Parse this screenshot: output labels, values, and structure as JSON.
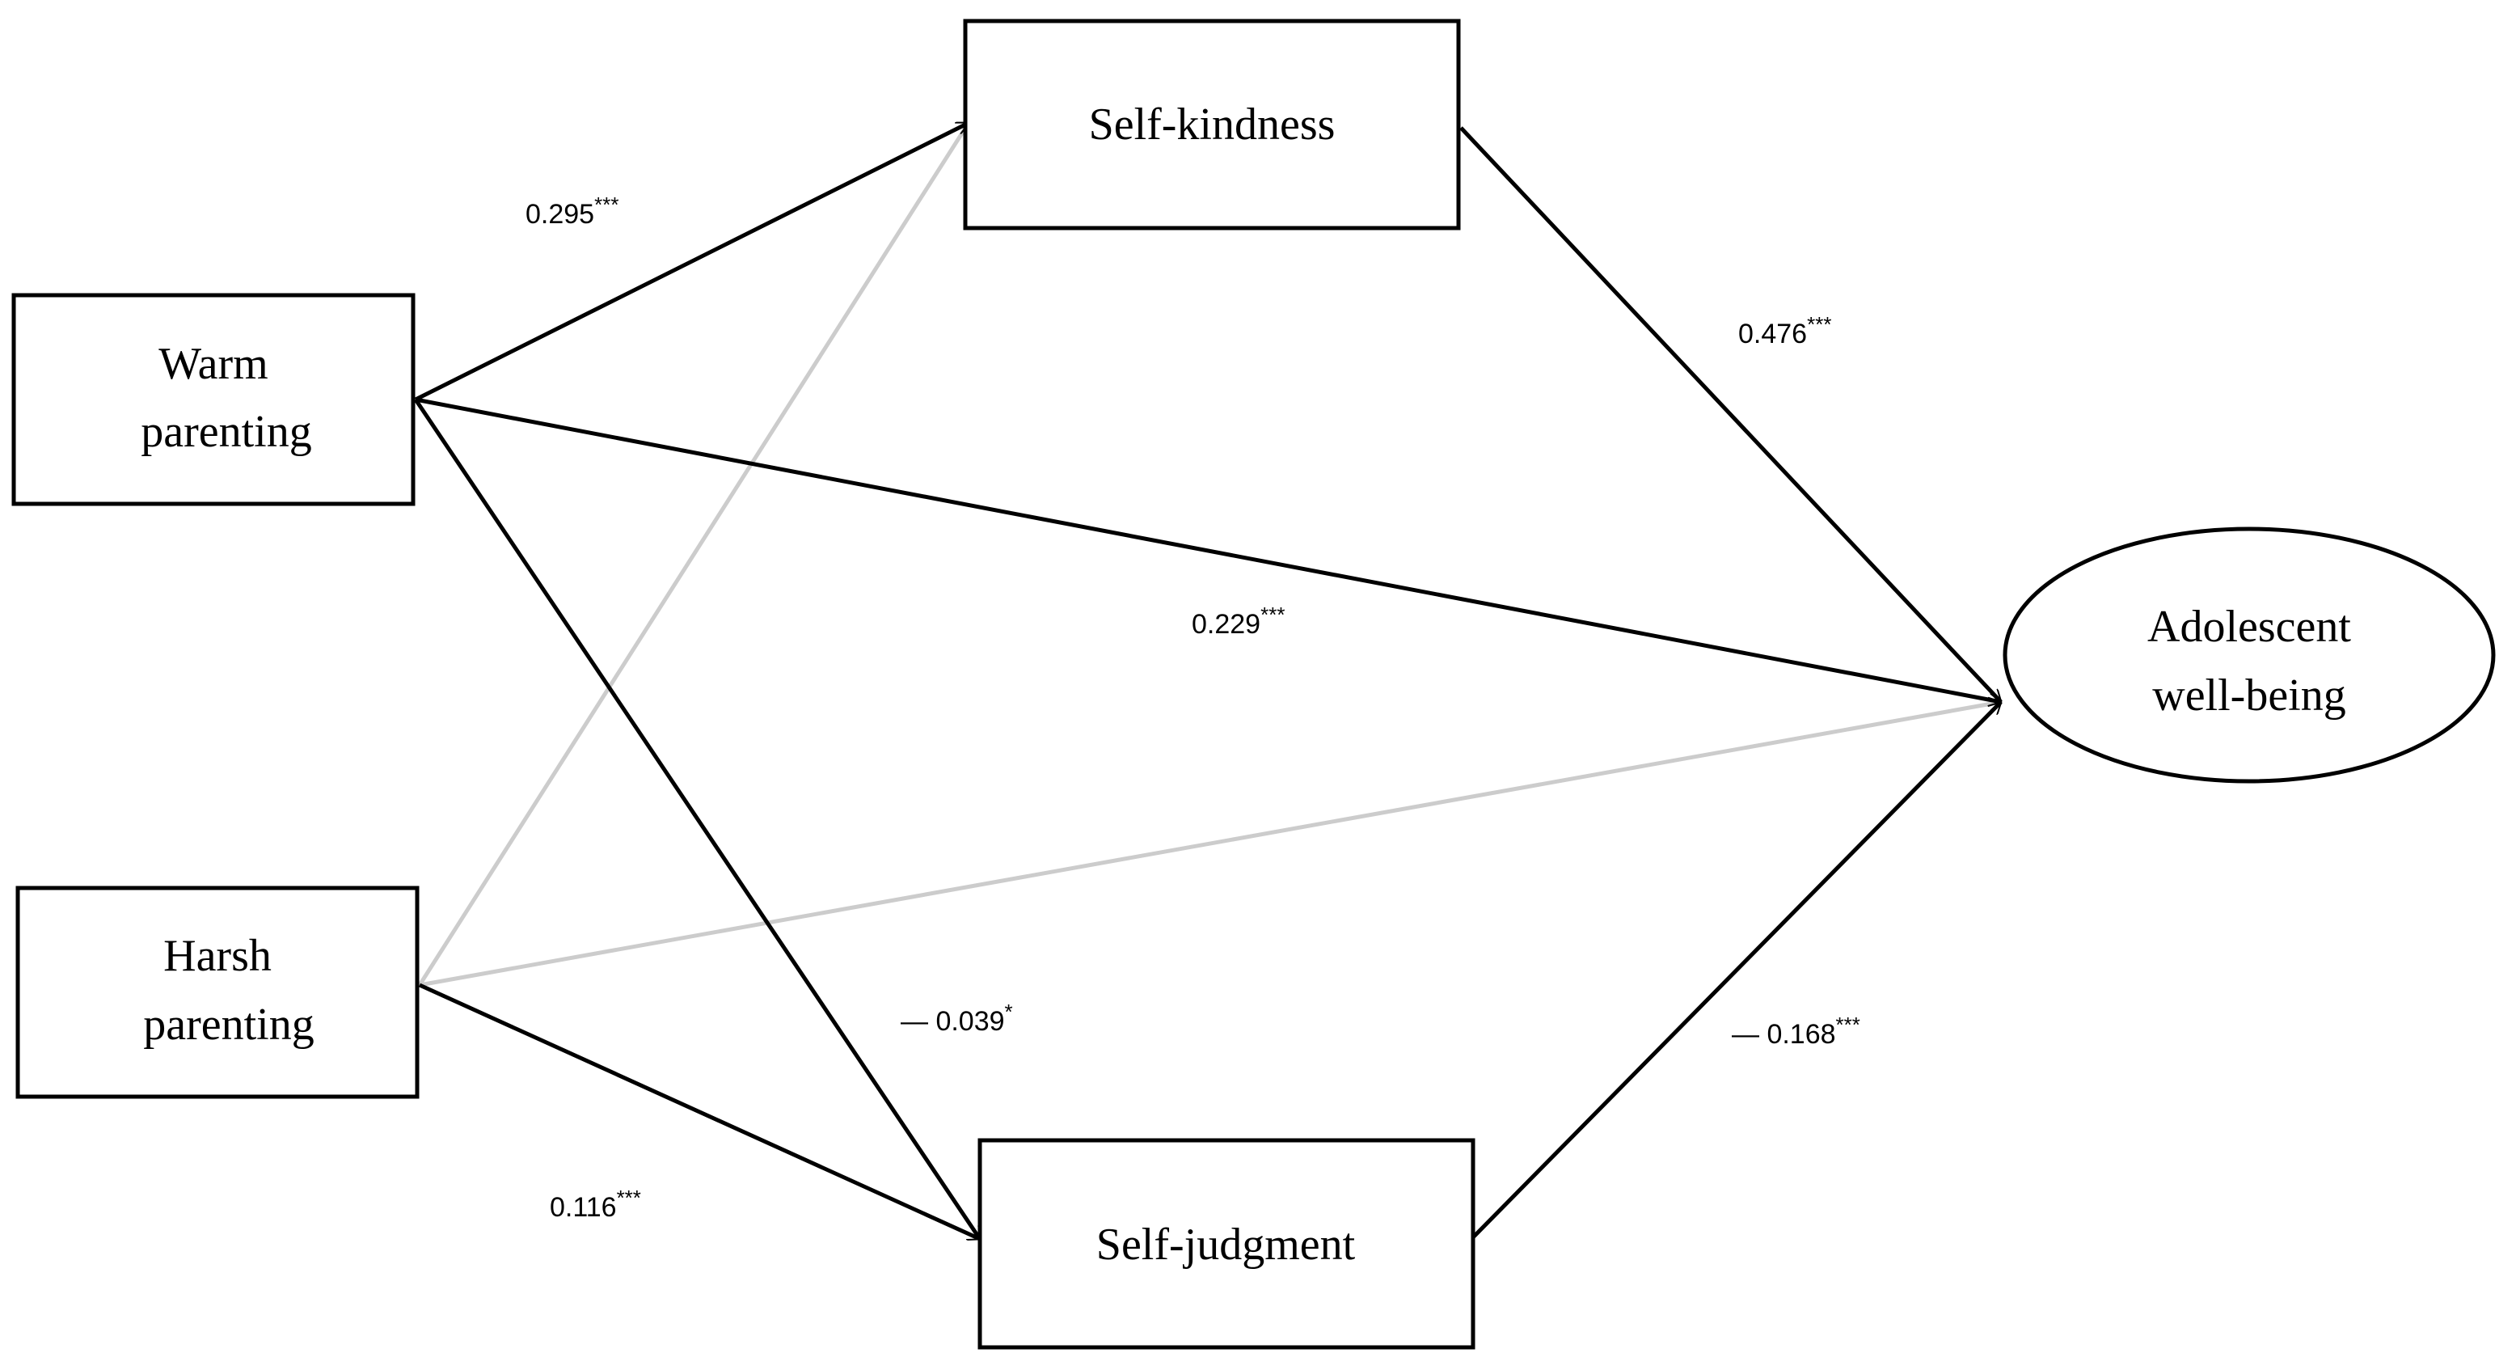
{
  "nodes": {
    "warm_parenting": {
      "line1": "Warm",
      "line2": "parenting"
    },
    "harsh_parenting": {
      "line1": "Harsh",
      "line2": "parenting"
    },
    "self_kindness": {
      "label": "Self-kindness"
    },
    "self_judgment": {
      "label": "Self-judgment"
    },
    "well_being": {
      "line1": "Adolescent",
      "line2": "well-being"
    }
  },
  "paths": {
    "warm_to_kindness": {
      "value": "0.295",
      "sig": "***",
      "significant": true
    },
    "warm_to_judgment": {
      "value": "— 0.039",
      "sig": "*",
      "significant": true
    },
    "warm_to_wellbeing": {
      "value": "0.229",
      "sig": "***",
      "significant": true
    },
    "harsh_to_kindness": {
      "significant": false
    },
    "harsh_to_judgment": {
      "value": "0.116",
      "sig": "***",
      "significant": true
    },
    "harsh_to_wellbeing": {
      "significant": false
    },
    "kindness_to_wellbeing": {
      "value": "0.476",
      "sig": "***",
      "significant": true
    },
    "judgment_to_wellbeing": {
      "value": "— 0.168",
      "sig": "***",
      "significant": true
    }
  },
  "colors": {
    "significant_path": "#000000",
    "nonsignificant_path": "#cccccc",
    "box_border": "#000000"
  }
}
